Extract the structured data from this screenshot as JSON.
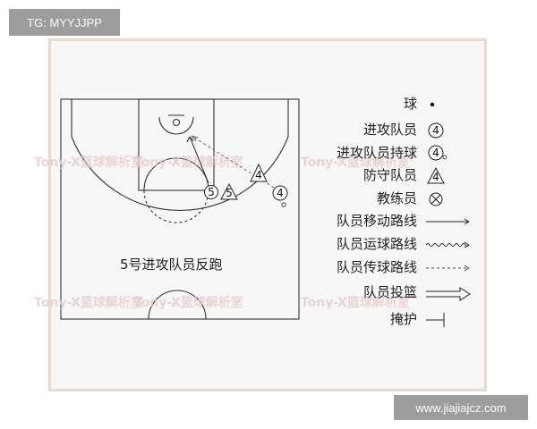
{
  "header": {
    "tag_text": "TG: MYYJJPP"
  },
  "footer": {
    "site_text": "www.jiajiajcz.com"
  },
  "diagram": {
    "watermark": "Tony-X篮球解析室",
    "caption": "5号进攻队员反跑",
    "players": {
      "offense_4": "4",
      "offense_5": "5",
      "defense_4": "4",
      "defense_5": "5"
    },
    "legend": {
      "ball": "球",
      "offense_player": "进攻队员",
      "offense_with_ball": "进攻队员持球",
      "defense_player": "防守队员",
      "coach": "教练员",
      "move_path": "队员移动路线",
      "dribble_path": "队员运球路线",
      "pass_path": "队员传球路线",
      "shot": "队员投篮",
      "screen": "掩护",
      "symbol_num": "4"
    }
  }
}
